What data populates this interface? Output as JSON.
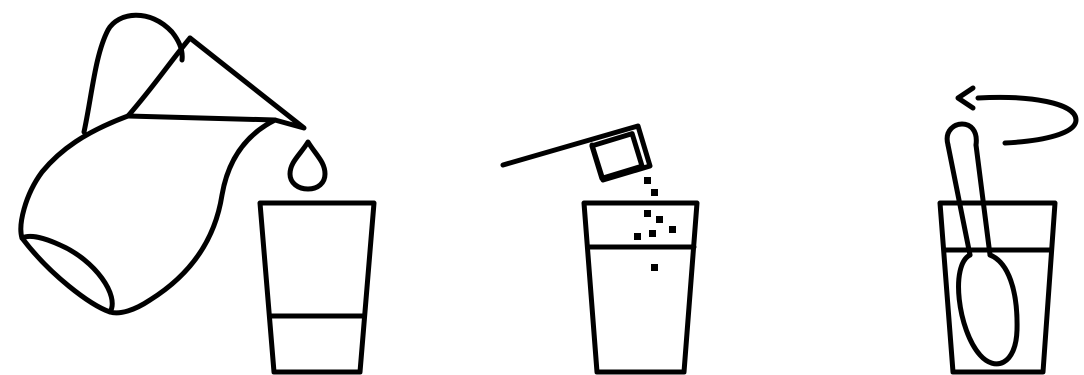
{
  "diagram": {
    "colors": {
      "line": "#000000",
      "background": "#ffffff"
    },
    "steps": [
      {
        "id": "pour",
        "icons": [
          "pitcher-icon",
          "water-drop-icon",
          "glass-icon"
        ]
      },
      {
        "id": "add",
        "icons": [
          "scoop-icon",
          "sugar-cube-icon",
          "granules-icon",
          "glass-icon"
        ]
      },
      {
        "id": "stir",
        "icons": [
          "spoon-icon",
          "rotate-arrow-icon",
          "glass-icon"
        ]
      }
    ]
  }
}
